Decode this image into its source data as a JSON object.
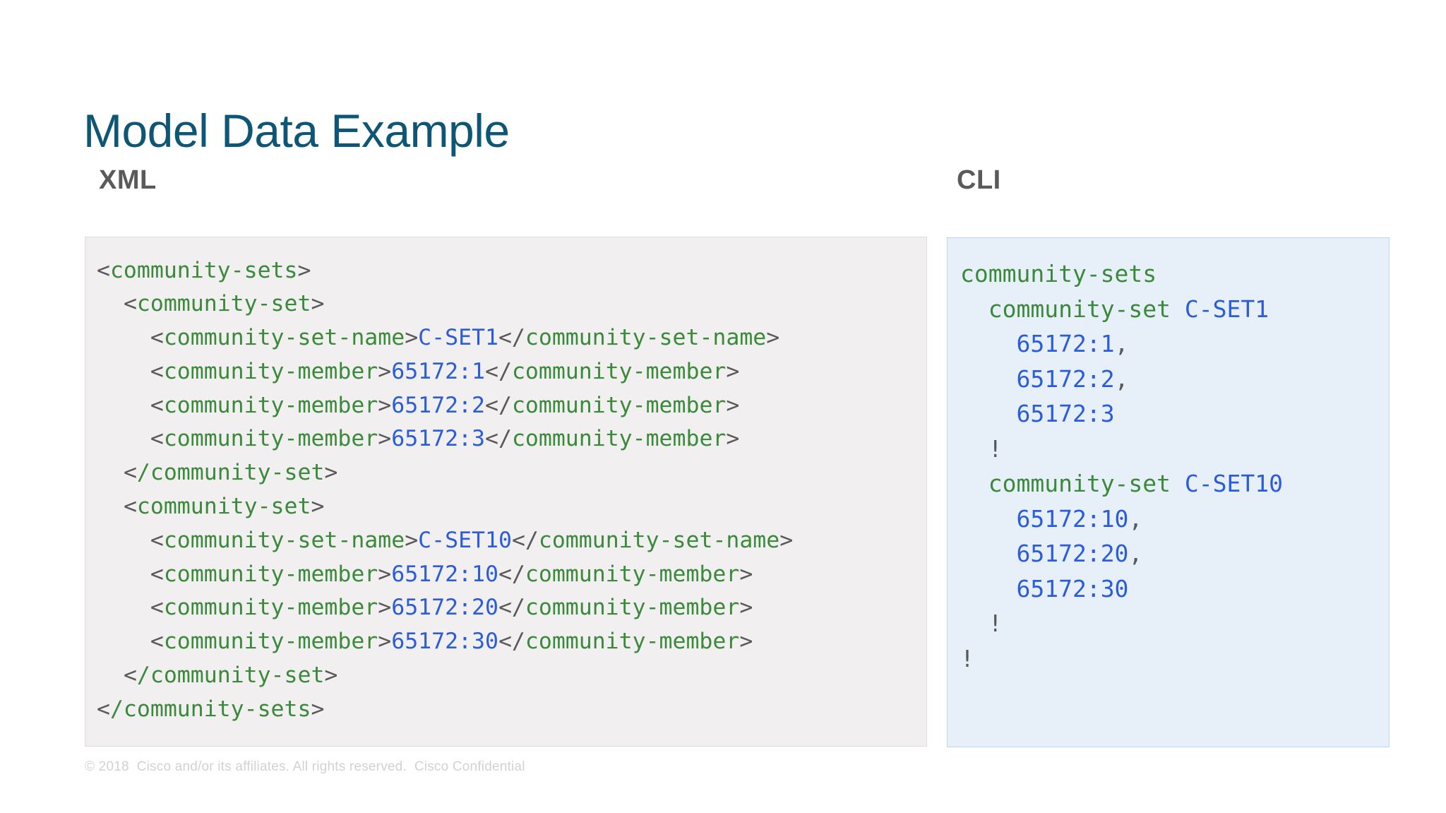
{
  "slide": {
    "title": "Model Data Example",
    "title_color": "#0d5675",
    "background": "#ffffff"
  },
  "columns": {
    "left": {
      "heading": "XML",
      "heading_color": "#5a5a5a",
      "panel_background": "#f1eff0",
      "panel_border": "#dfdcdd"
    },
    "right": {
      "heading": "CLI",
      "heading_color": "#5a5a5a",
      "panel_background": "#e7f0f9",
      "panel_border": "#bdd7ee"
    }
  },
  "syntax_colors": {
    "punctuation": "#595959",
    "tag": "#3b8a3b",
    "value": "#2b5cdb",
    "command": "#3b8a3b",
    "argument": "#2b5cdb",
    "comment_bang": "#595959"
  },
  "xml_code": {
    "language": "xml",
    "plain_text": "<community-sets>\n  <community-set>\n    <community-set-name>C-SET1</community-set-name>\n    <community-member>65172:1</community-member>\n    <community-member>65172:2</community-member>\n    <community-member>65172:3</community-member>\n  </community-set>\n  <community-set>\n    <community-set-name>C-SET10</community-set-name>\n    <community-member>65172:10</community-member>\n    <community-member>65172:20</community-member>\n    <community-member>65172:30</community-member>\n  </community-set>\n</community-sets>",
    "lines": [
      {
        "indent": 0,
        "tokens": [
          {
            "t": "punct",
            "v": "<"
          },
          {
            "t": "tag",
            "v": "community-sets"
          },
          {
            "t": "punct",
            "v": ">"
          }
        ]
      },
      {
        "indent": 1,
        "tokens": [
          {
            "t": "punct",
            "v": "<"
          },
          {
            "t": "tag",
            "v": "community-set"
          },
          {
            "t": "punct",
            "v": ">"
          }
        ]
      },
      {
        "indent": 2,
        "tokens": [
          {
            "t": "punct",
            "v": "<"
          },
          {
            "t": "tag",
            "v": "community-set-name"
          },
          {
            "t": "punct",
            "v": ">"
          },
          {
            "t": "value",
            "v": "C-SET1"
          },
          {
            "t": "punct",
            "v": "</"
          },
          {
            "t": "tag",
            "v": "community-set-name"
          },
          {
            "t": "punct",
            "v": ">"
          }
        ]
      },
      {
        "indent": 2,
        "tokens": [
          {
            "t": "punct",
            "v": "<"
          },
          {
            "t": "tag",
            "v": "community-member"
          },
          {
            "t": "punct",
            "v": ">"
          },
          {
            "t": "value",
            "v": "65172:1"
          },
          {
            "t": "punct",
            "v": "</"
          },
          {
            "t": "tag",
            "v": "community-member"
          },
          {
            "t": "punct",
            "v": ">"
          }
        ]
      },
      {
        "indent": 2,
        "tokens": [
          {
            "t": "punct",
            "v": "<"
          },
          {
            "t": "tag",
            "v": "community-member"
          },
          {
            "t": "punct",
            "v": ">"
          },
          {
            "t": "value",
            "v": "65172:2"
          },
          {
            "t": "punct",
            "v": "</"
          },
          {
            "t": "tag",
            "v": "community-member"
          },
          {
            "t": "punct",
            "v": ">"
          }
        ]
      },
      {
        "indent": 2,
        "tokens": [
          {
            "t": "punct",
            "v": "<"
          },
          {
            "t": "tag",
            "v": "community-member"
          },
          {
            "t": "punct",
            "v": ">"
          },
          {
            "t": "value",
            "v": "65172:3"
          },
          {
            "t": "punct",
            "v": "</"
          },
          {
            "t": "tag",
            "v": "community-member"
          },
          {
            "t": "punct",
            "v": ">"
          }
        ]
      },
      {
        "indent": 1,
        "tokens": [
          {
            "t": "punct",
            "v": "<"
          },
          {
            "t": "tag",
            "v": "/community-set"
          },
          {
            "t": "punct",
            "v": ">"
          }
        ]
      },
      {
        "indent": 1,
        "tokens": [
          {
            "t": "punct",
            "v": "<"
          },
          {
            "t": "tag",
            "v": "community-set"
          },
          {
            "t": "punct",
            "v": ">"
          }
        ]
      },
      {
        "indent": 2,
        "tokens": [
          {
            "t": "punct",
            "v": "<"
          },
          {
            "t": "tag",
            "v": "community-set-name"
          },
          {
            "t": "punct",
            "v": ">"
          },
          {
            "t": "value",
            "v": "C-SET10"
          },
          {
            "t": "punct",
            "v": "</"
          },
          {
            "t": "tag",
            "v": "community-set-name"
          },
          {
            "t": "punct",
            "v": ">"
          }
        ]
      },
      {
        "indent": 2,
        "tokens": [
          {
            "t": "punct",
            "v": "<"
          },
          {
            "t": "tag",
            "v": "community-member"
          },
          {
            "t": "punct",
            "v": ">"
          },
          {
            "t": "value",
            "v": "65172:10"
          },
          {
            "t": "punct",
            "v": "</"
          },
          {
            "t": "tag",
            "v": "community-member"
          },
          {
            "t": "punct",
            "v": ">"
          }
        ]
      },
      {
        "indent": 2,
        "tokens": [
          {
            "t": "punct",
            "v": "<"
          },
          {
            "t": "tag",
            "v": "community-member"
          },
          {
            "t": "punct",
            "v": ">"
          },
          {
            "t": "value",
            "v": "65172:20"
          },
          {
            "t": "punct",
            "v": "</"
          },
          {
            "t": "tag",
            "v": "community-member"
          },
          {
            "t": "punct",
            "v": ">"
          }
        ]
      },
      {
        "indent": 2,
        "tokens": [
          {
            "t": "punct",
            "v": "<"
          },
          {
            "t": "tag",
            "v": "community-member"
          },
          {
            "t": "punct",
            "v": ">"
          },
          {
            "t": "value",
            "v": "65172:30"
          },
          {
            "t": "punct",
            "v": "</"
          },
          {
            "t": "tag",
            "v": "community-member"
          },
          {
            "t": "punct",
            "v": ">"
          }
        ]
      },
      {
        "indent": 1,
        "tokens": [
          {
            "t": "punct",
            "v": "<"
          },
          {
            "t": "tag",
            "v": "/community-set"
          },
          {
            "t": "punct",
            "v": ">"
          }
        ]
      },
      {
        "indent": 0,
        "tokens": [
          {
            "t": "punct",
            "v": "<"
          },
          {
            "t": "tag",
            "v": "/community-sets"
          },
          {
            "t": "punct",
            "v": ">"
          }
        ]
      }
    ]
  },
  "cli_code": {
    "language": "cli",
    "plain_text": "community-sets\n  community-set C-SET1\n    65172:1,\n    65172:2,\n    65172:3\n  !\n  community-set C-SET10\n    65172:10,\n    65172:20,\n    65172:30\n  !\n!",
    "lines": [
      {
        "indent": 0,
        "tokens": [
          {
            "t": "cmd",
            "v": "community-sets"
          }
        ]
      },
      {
        "indent": 1,
        "tokens": [
          {
            "t": "cmd",
            "v": "community-set"
          },
          {
            "t": "plain",
            "v": " "
          },
          {
            "t": "arg",
            "v": "C-SET1"
          }
        ]
      },
      {
        "indent": 2,
        "tokens": [
          {
            "t": "arg",
            "v": "65172:1"
          },
          {
            "t": "comma",
            "v": ","
          }
        ]
      },
      {
        "indent": 2,
        "tokens": [
          {
            "t": "arg",
            "v": "65172:2"
          },
          {
            "t": "comma",
            "v": ","
          }
        ]
      },
      {
        "indent": 2,
        "tokens": [
          {
            "t": "arg",
            "v": "65172:3"
          }
        ]
      },
      {
        "indent": 1,
        "tokens": [
          {
            "t": "bang",
            "v": "!"
          }
        ]
      },
      {
        "indent": 1,
        "tokens": [
          {
            "t": "cmd",
            "v": "community-set"
          },
          {
            "t": "plain",
            "v": " "
          },
          {
            "t": "arg",
            "v": "C-SET10"
          }
        ]
      },
      {
        "indent": 2,
        "tokens": [
          {
            "t": "arg",
            "v": "65172:10"
          },
          {
            "t": "comma",
            "v": ","
          }
        ]
      },
      {
        "indent": 2,
        "tokens": [
          {
            "t": "arg",
            "v": "65172:20"
          },
          {
            "t": "comma",
            "v": ","
          }
        ]
      },
      {
        "indent": 2,
        "tokens": [
          {
            "t": "arg",
            "v": "65172:30"
          }
        ]
      },
      {
        "indent": 1,
        "tokens": [
          {
            "t": "bang",
            "v": "!"
          }
        ]
      },
      {
        "indent": 0,
        "tokens": [
          {
            "t": "bang",
            "v": "!"
          }
        ]
      }
    ]
  },
  "footer": {
    "text": "© 2018  Cisco and/or its affiliates. All rights reserved.  Cisco Confidential"
  }
}
